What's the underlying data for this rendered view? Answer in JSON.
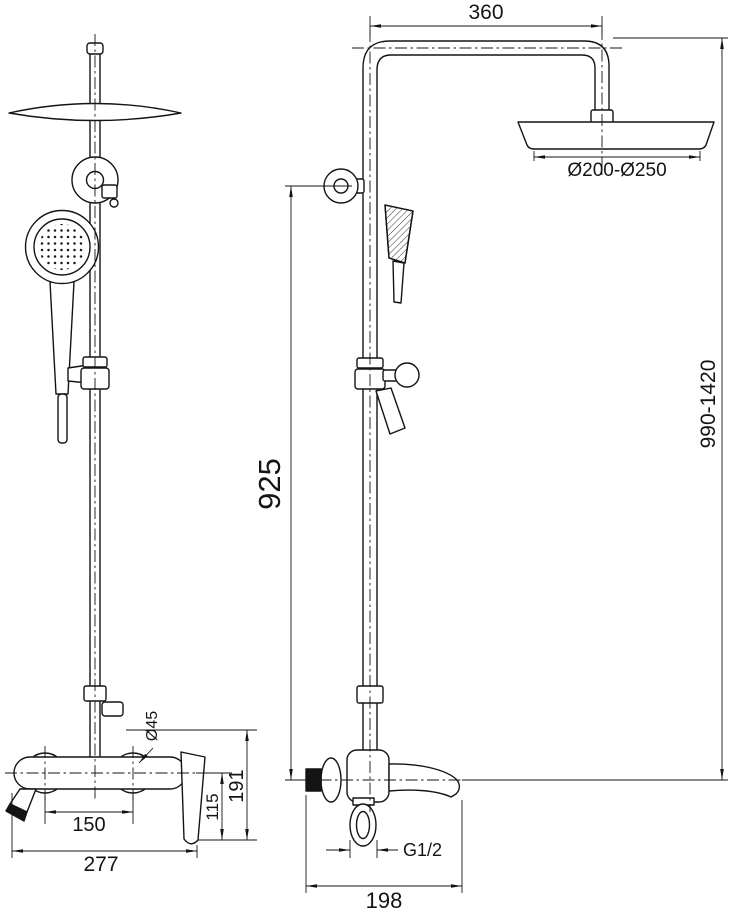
{
  "drawing": {
    "colors": {
      "ink": "#141414",
      "background": "#ffffff"
    },
    "labels": {
      "dim_top_width": "360",
      "dim_head_diameter": "Ø200-Ø250",
      "dim_overall_height": "990-1420",
      "dim_riser_height": "925",
      "dim_body_height": "191",
      "dim_spout_height": "115",
      "dim_valve_spacing": "150",
      "dim_body_width": "277",
      "dim_escutcheon_diameter": "Ø45",
      "dim_thread": "G1/2",
      "dim_spout_reach": "198"
    }
  }
}
